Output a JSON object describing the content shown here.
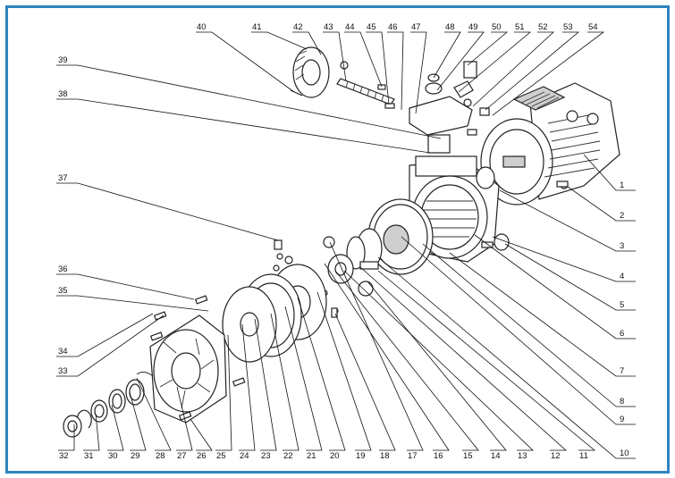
{
  "diagram": {
    "callouts": [
      "1",
      "2",
      "3",
      "4",
      "5",
      "6",
      "7",
      "8",
      "9",
      "10",
      "11",
      "12",
      "13",
      "14",
      "15",
      "16",
      "17",
      "18",
      "19",
      "20",
      "21",
      "22",
      "23",
      "24",
      "25",
      "26",
      "27",
      "28",
      "29",
      "30",
      "31",
      "32",
      "33",
      "34",
      "35",
      "36",
      "37",
      "38",
      "39",
      "40",
      "41",
      "42",
      "43",
      "44",
      "45",
      "46",
      "47",
      "48",
      "49",
      "50",
      "51",
      "52",
      "53",
      "54"
    ]
  }
}
